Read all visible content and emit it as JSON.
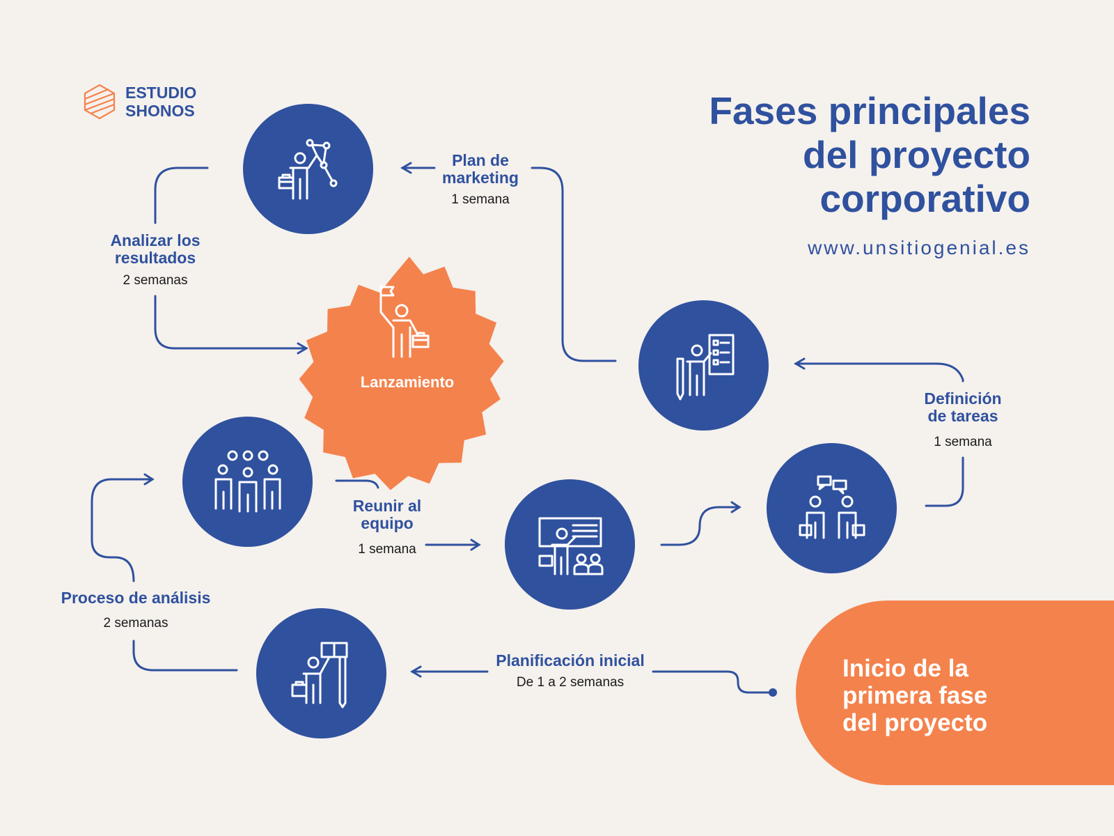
{
  "brand": {
    "line1": "ESTUDIO",
    "line2": "SHONOS",
    "logo_icon": "cube-lines-logo"
  },
  "title": {
    "line1": "Fases principales",
    "line2": "del proyecto",
    "line3": "corporativo"
  },
  "website": "www.unsitiogenial.es",
  "launch": {
    "label": "Lanzamiento",
    "icon": "person-flag-icon"
  },
  "start_box": {
    "line1": "Inicio de la",
    "line2": "primera fase",
    "line3": "del proyecto"
  },
  "phases": {
    "plan_marketing": {
      "line1": "Plan de",
      "line2": "marketing",
      "duration": "1 semana"
    },
    "analizar": {
      "line1": "Analizar los",
      "line2": "resultados",
      "duration": "2 semanas"
    },
    "definicion": {
      "line1": "Definición",
      "line2": "de tareas",
      "duration": "1 semana"
    },
    "reunir": {
      "line1": "Reunir al",
      "line2": "equipo",
      "duration": "1 semana"
    },
    "proceso": {
      "line1": "Proceso de análisis",
      "duration": "2 semanas"
    },
    "planificacion": {
      "line1": "Planificación inicial",
      "duration": "De 1 a 2 semanas"
    }
  },
  "colors": {
    "blue": "#2f519e",
    "orange": "#f4824c",
    "background": "#f5f1ed"
  }
}
